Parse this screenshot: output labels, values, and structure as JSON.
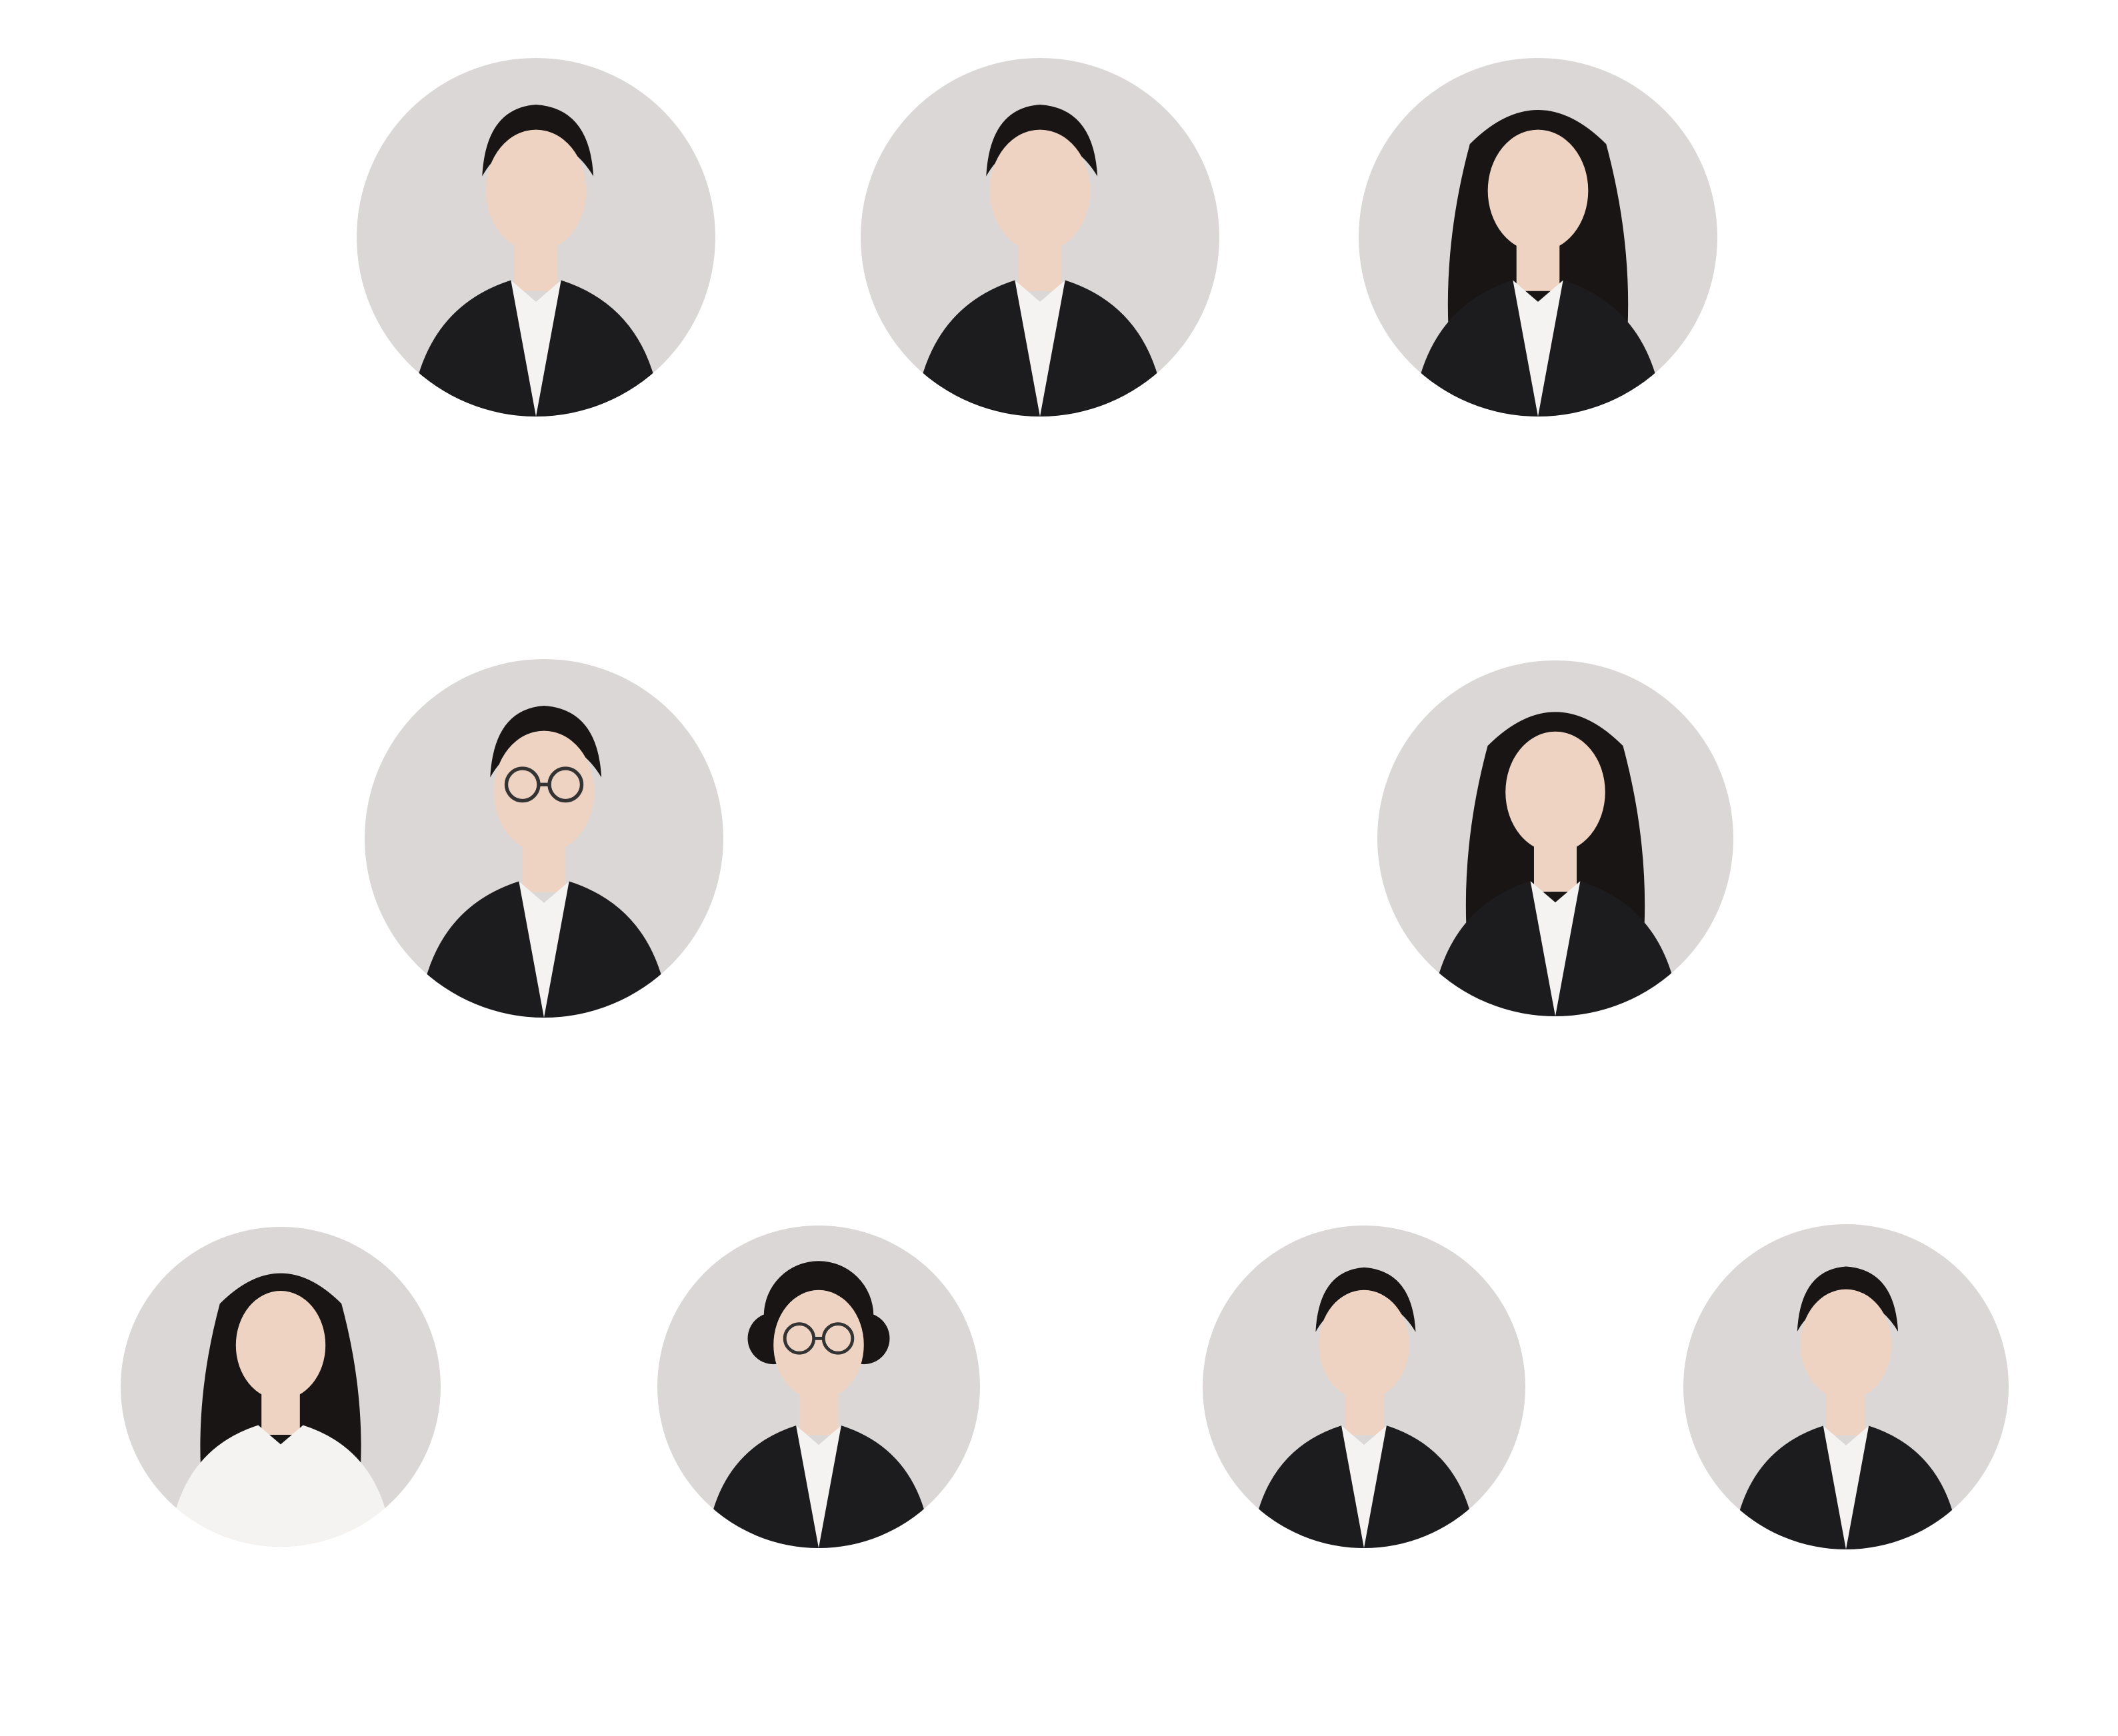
{
  "colors": {
    "page_background": "#ffffff",
    "avatar_background": "#dbd7d7",
    "skin": "#efd3c2",
    "suit": "#1c1c1f",
    "shirt": "#f4f3f1",
    "hair": "#1a1515"
  },
  "team": [
    {
      "hair": "short",
      "outfit": "suit-white-shirt"
    },
    {
      "hair": "short",
      "outfit": "suit-grey-vest"
    },
    {
      "hair": "long-wavy",
      "outfit": "blazer-white-top"
    },
    {
      "hair": "short",
      "outfit": "black-suit-glasses"
    },
    {
      "hair": "long-bangs",
      "outfit": "blazer-white-shirt"
    },
    {
      "hair": "long",
      "outfit": "white-shirt"
    },
    {
      "hair": "curly",
      "outfit": "suit-cream-shirt-glasses"
    },
    {
      "hair": "short",
      "outfit": "black-suit"
    },
    {
      "hair": "tied",
      "outfit": "black-blazer"
    }
  ]
}
